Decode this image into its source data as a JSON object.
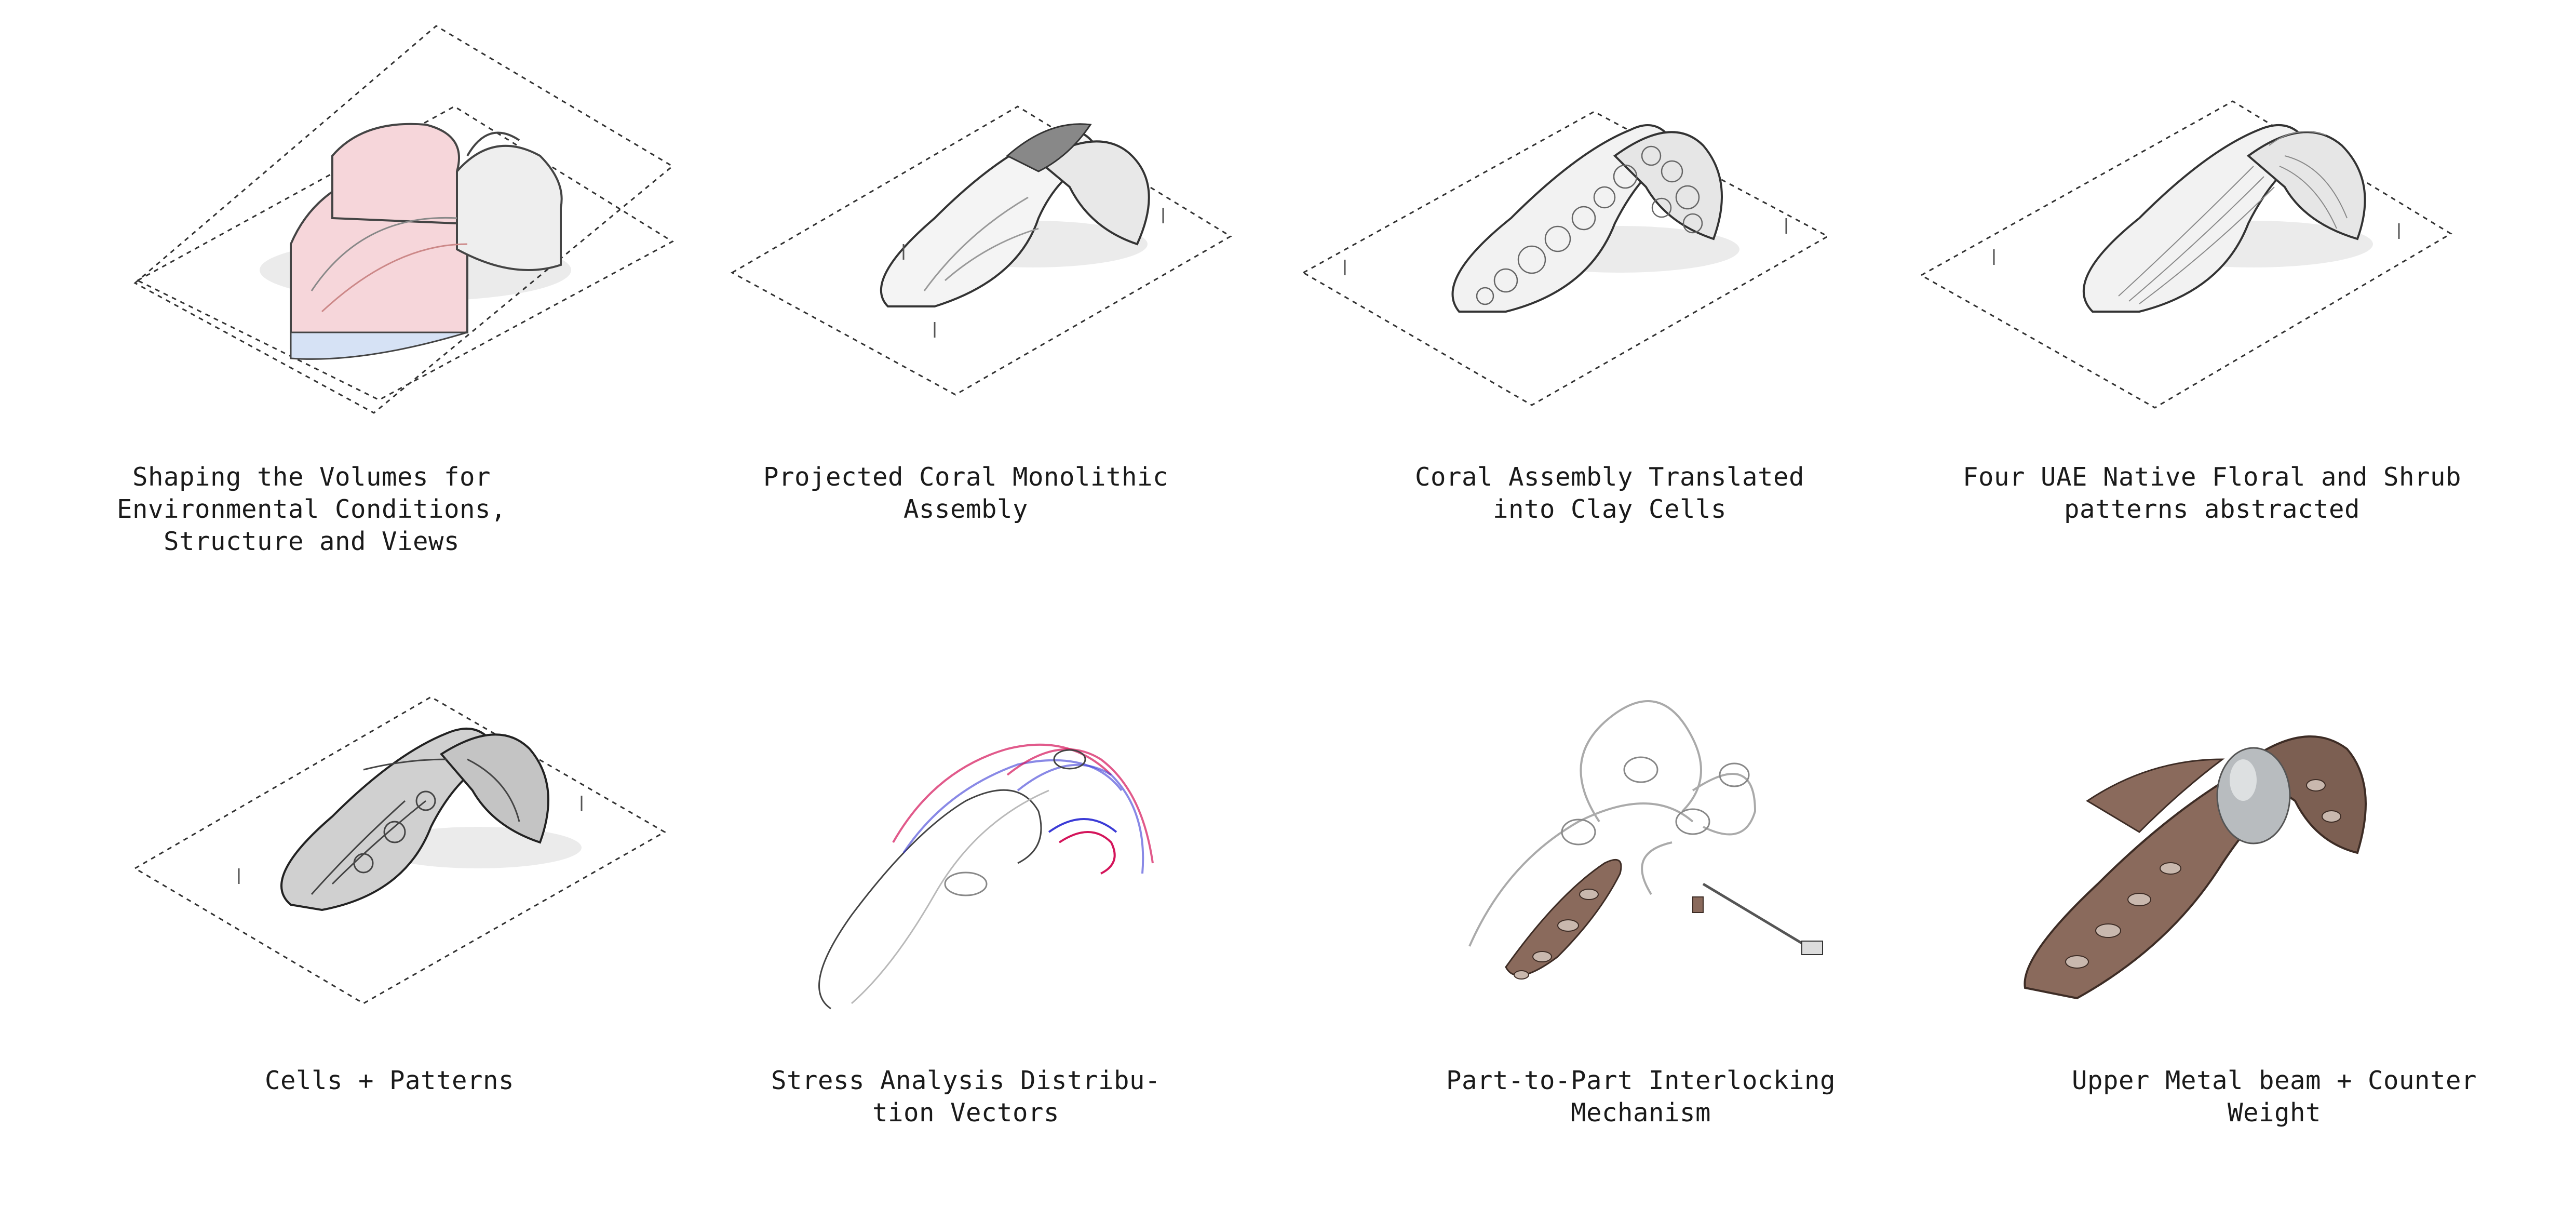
{
  "panels": [
    {
      "caption": "Shaping the Volumes for\nEnvironmental Conditions,\nStructure and Views",
      "illustration": "volume-massing"
    },
    {
      "caption": "Projected Coral Monolithic\nAssembly",
      "illustration": "coral-monolith"
    },
    {
      "caption": "Coral Assembly Translated\ninto Clay Cells",
      "illustration": "clay-cells"
    },
    {
      "caption": "Four UAE Native Floral and Shrub\npatterns abstracted",
      "illustration": "floral-patterns"
    },
    {
      "caption": "Cells + Patterns",
      "illustration": "cells-patterns"
    },
    {
      "caption": "Stress Analysis Distribu-\ntion Vectors",
      "illustration": "stress-vectors"
    },
    {
      "caption": "Part-to-Part Interlocking\nMechanism",
      "illustration": "interlocking"
    },
    {
      "caption": "Upper Metal beam + Counter\nWeight",
      "illustration": "metal-beam"
    }
  ],
  "colors": {
    "line": "#333333",
    "massing_pink": "#f6d6da",
    "massing_blue": "#d6e2f5",
    "clay_brown": "#8a6a5c",
    "stress_red": "#d4145a",
    "stress_blue": "#3b3bd6",
    "metal_grey": "#b8bcbf"
  }
}
